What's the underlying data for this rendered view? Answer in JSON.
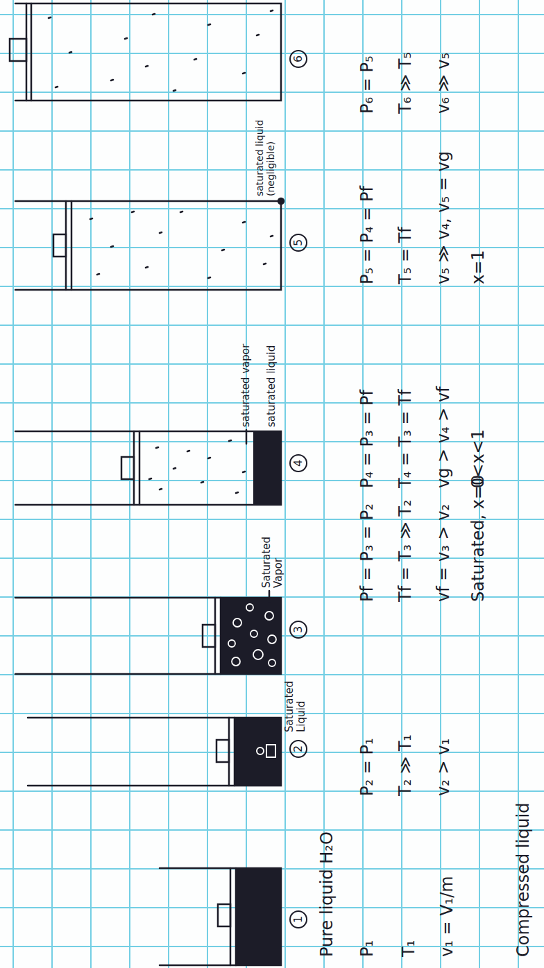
{
  "diagram": {
    "labels": [
      "1",
      "Pure liquid H₂O",
      "P₁",
      "T₁",
      "v₁ = V₁/m",
      "Compressed liquid",
      "2",
      "P₂ = P₁",
      "T₂ ≫ T₁",
      "v₂ > v₁",
      "3",
      "Saturated Liquid",
      "Saturated Vapor",
      "Pf = P₃ = P₂",
      "Tf = T₃ ≫ T₂",
      "vf = v₃ > v₂",
      "Saturated, x=0",
      "saturated vapor",
      "saturated liquid",
      "4",
      "P₄ = P₃ = Pf",
      "T₄ = T₃ = Tf",
      "vg > v₄ > vf",
      "0<x<1",
      "saturated liquid (negligible)",
      "5",
      "P₅ = P₄ = Pf",
      "T₅ = Tf",
      "v₅ ≫ v₄, v₅ = vg",
      "x=1",
      "6",
      "P₆ = P₅",
      "T₆ ≫ T₅",
      "v₆ ≫ v₅"
    ]
  }
}
